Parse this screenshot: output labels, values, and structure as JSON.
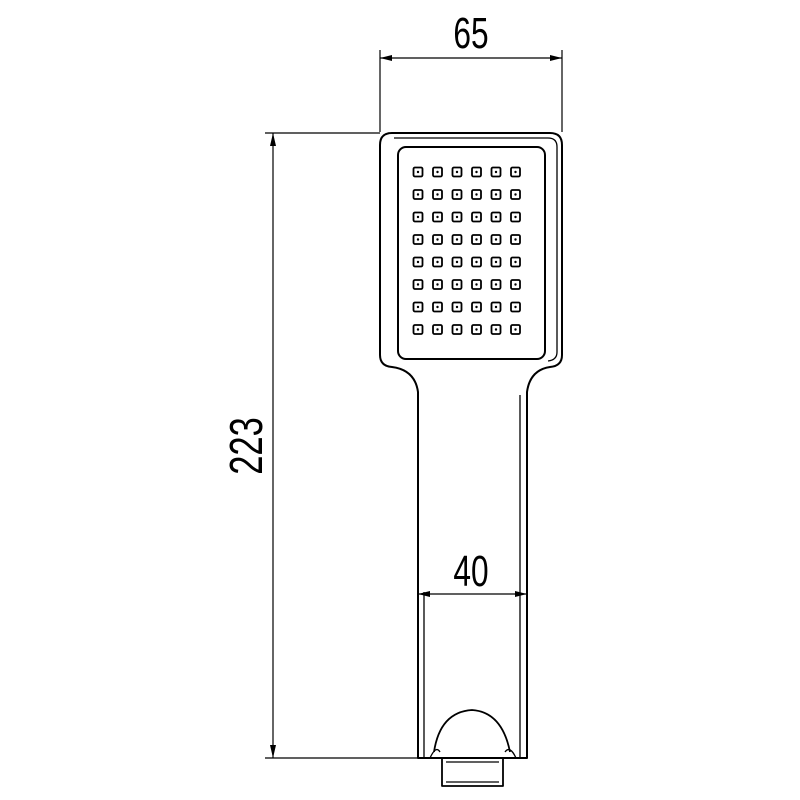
{
  "dimensions": {
    "width": "65",
    "length": "223",
    "handle_width": "40"
  },
  "nozzle_grid": {
    "columns": 6,
    "rows": 8
  },
  "colors": {
    "line": "#000000",
    "background": "#ffffff"
  }
}
